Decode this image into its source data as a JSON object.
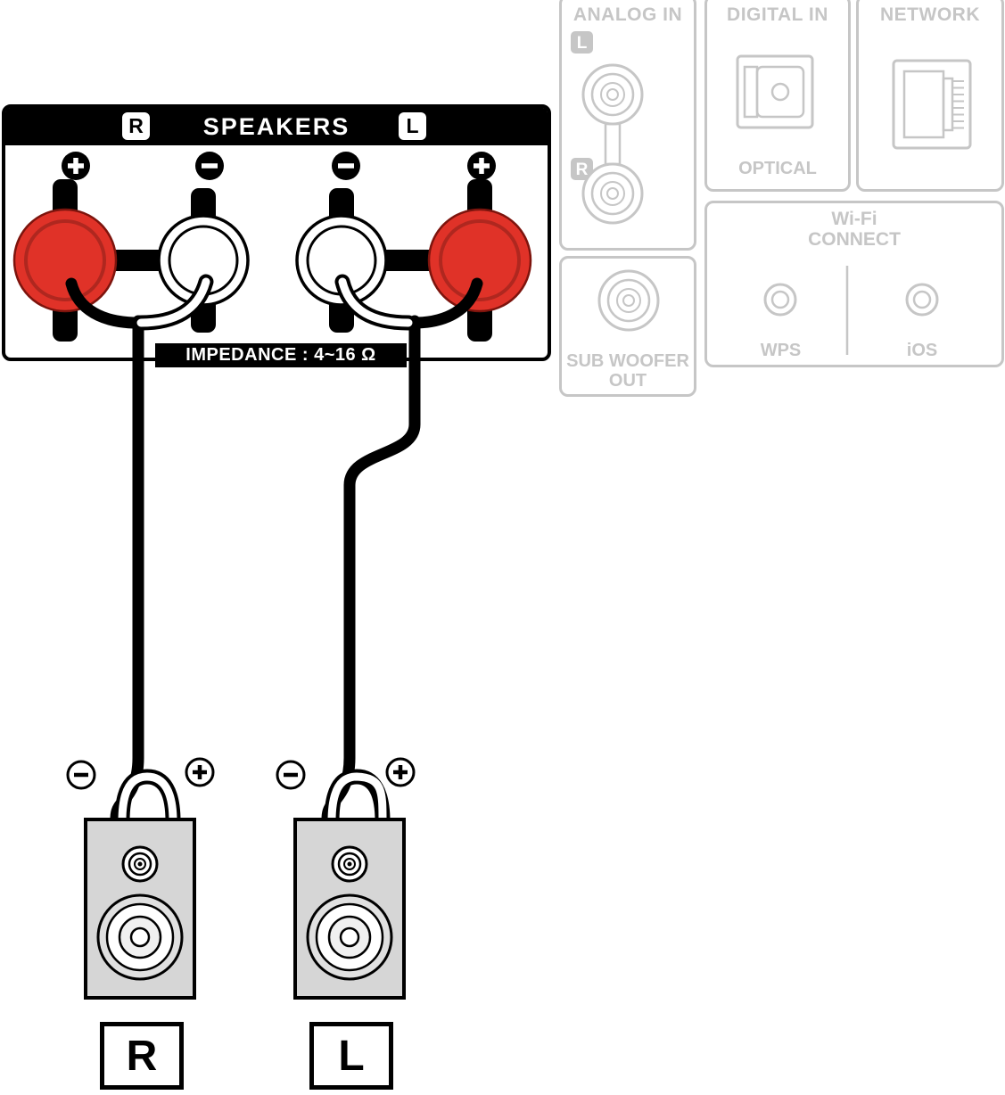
{
  "speaker_panel": {
    "right_badge": "R",
    "title": "SPEAKERS",
    "left_badge": "L",
    "impedance_label": "IMPEDANCE : 4~16 Ω"
  },
  "rear_panel": {
    "analog_in": {
      "title": "ANALOG IN",
      "left_badge": "L",
      "right_badge": "R"
    },
    "sub_woofer": {
      "line1": "SUB WOOFER",
      "line2": "OUT"
    },
    "digital_in": {
      "title": "DIGITAL IN",
      "connector_label": "OPTICAL"
    },
    "network": {
      "title": "NETWORK"
    },
    "wifi": {
      "title_line1": "Wi-Fi",
      "title_line2": "CONNECT",
      "wps_label": "WPS",
      "ios_label": "iOS"
    }
  },
  "speakers": {
    "right_label": "R",
    "left_label": "L"
  },
  "colors": {
    "positive_terminal": "#e03228",
    "negative_terminal": "#ffffff",
    "inactive": "#c6c6c6",
    "speaker_body": "#d6d6d6"
  }
}
